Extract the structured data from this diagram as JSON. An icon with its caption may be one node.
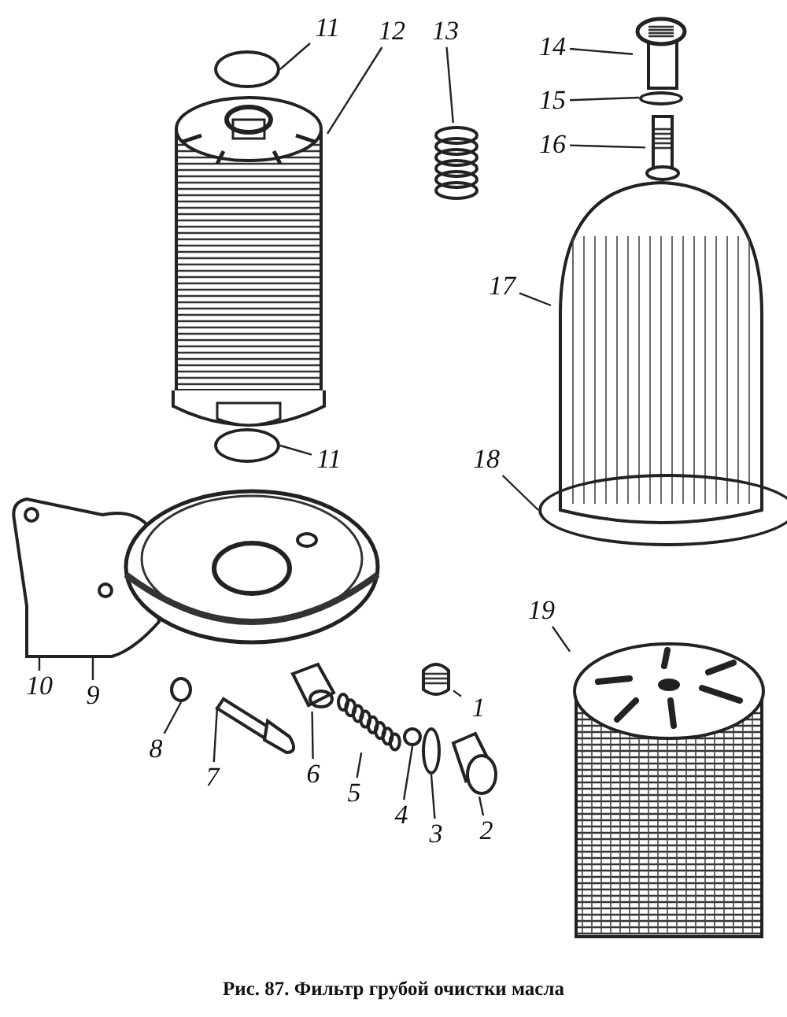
{
  "diagram": {
    "caption": "Рис. 87. Фильтр грубой очистки масла",
    "nodes": [
      {
        "text": [
          "11"
        ]
      },
      {
        "text": [],
        "shape": "circle"
      },
      {
        "text": [
          "12"
        ]
      },
      {
        "text": [],
        "shape": "picture"
      },
      {
        "text": [
          "13"
        ]
      },
      {
        "text": [],
        "shape": "picture"
      },
      {
        "text": [
          "14"
        ]
      },
      {
        "text": [],
        "shape": "picture"
      },
      {
        "text": [
          "15"
        ]
      },
      {
        "text": [],
        "shape": "circle"
      },
      {
        "text": [
          "16"
        ]
      },
      {
        "text": [],
        "shape": "picture"
      },
      {
        "text": [
          "17"
        ]
      },
      {
        "text": [],
        "shape": "picture"
      },
      {
        "text": [
          "18"
        ]
      },
      {
        "text": [],
        "shape": "circle"
      },
      {
        "text": [
          "11"
        ]
      },
      {
        "text": [],
        "shape": "circle"
      },
      {
        "text": [],
        "shape": "picture"
      },
      {
        "text": [
          "10"
        ]
      },
      {
        "text": [
          "9"
        ]
      },
      {
        "text": [
          "19"
        ]
      },
      {
        "text": [],
        "shape": "picture"
      },
      {
        "text": [
          "1"
        ]
      },
      {
        "text": [],
        "shape": "picture"
      },
      {
        "text": [
          "8"
        ]
      },
      {
        "text": [],
        "shape": "circle"
      },
      {
        "text": [
          "7"
        ]
      },
      {
        "text": [],
        "shape": "picture"
      },
      {
        "text": [
          "6"
        ]
      },
      {
        "text": [],
        "shape": "picture"
      },
      {
        "text": [
          "5"
        ]
      },
      {
        "text": [],
        "shape": "picture"
      },
      {
        "text": [
          "4"
        ]
      },
      {
        "text": [],
        "shape": "circle"
      },
      {
        "text": [
          "3"
        ]
      },
      {
        "text": [],
        "shape": "circle"
      },
      {
        "text": [
          "2"
        ]
      },
      {
        "text": [],
        "shape": "picture"
      }
    ],
    "edges": [
      {
        "from": 0,
        "to": 1,
        "arrow": "none"
      },
      {
        "from": 2,
        "to": 3,
        "arrow": "none"
      },
      {
        "from": 4,
        "to": 5,
        "arrow": "none"
      },
      {
        "from": 6,
        "to": 7,
        "arrow": "none"
      },
      {
        "from": 8,
        "to": 9,
        "arrow": "none"
      },
      {
        "from": 10,
        "to": 11,
        "arrow": "none"
      },
      {
        "from": 12,
        "to": 13,
        "arrow": "none"
      },
      {
        "from": 14,
        "to": 15,
        "arrow": "none"
      },
      {
        "from": 16,
        "to": 17,
        "arrow": "none"
      },
      {
        "from": 19,
        "to": 18,
        "arrow": "none"
      },
      {
        "from": 20,
        "to": 18,
        "arrow": "none"
      },
      {
        "from": 21,
        "to": 22,
        "arrow": "none"
      },
      {
        "from": 23,
        "to": 24,
        "arrow": "none"
      },
      {
        "from": 25,
        "to": 26,
        "arrow": "none"
      },
      {
        "from": 27,
        "to": 28,
        "arrow": "none"
      },
      {
        "from": 29,
        "to": 30,
        "arrow": "none"
      },
      {
        "from": 31,
        "to": 32,
        "arrow": "none"
      },
      {
        "from": 33,
        "to": 34,
        "arrow": "none"
      },
      {
        "from": 35,
        "to": 36,
        "arrow": "none"
      },
      {
        "from": 37,
        "to": 38,
        "arrow": "none"
      }
    ]
  }
}
